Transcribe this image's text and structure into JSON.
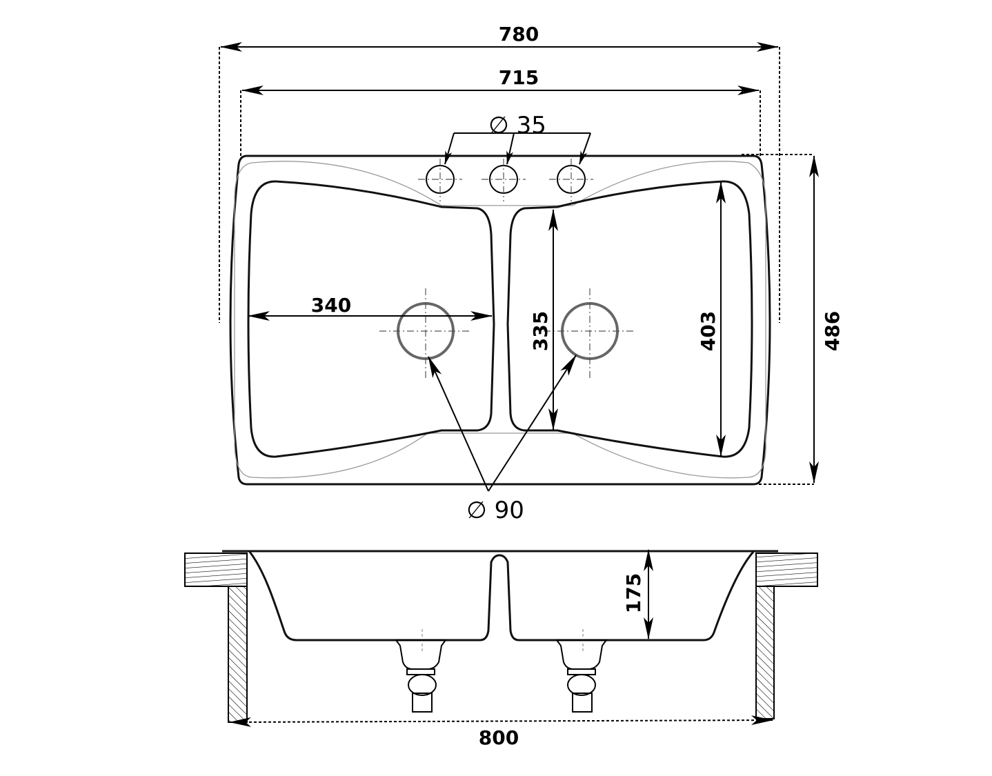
{
  "drawing": {
    "top_view": {
      "overall_width_label": "780",
      "rim_width_label": "715",
      "tap_hole_diameter_label": "∅ 35",
      "bowl_width_label": "340",
      "bowl_inner_length_label": "335",
      "bowl_length_label": "403",
      "overall_depth_label": "486",
      "drain_diameter_label": "∅ 90"
    },
    "side_view": {
      "bowl_depth_label": "175",
      "cabinet_width_label": "800"
    }
  }
}
